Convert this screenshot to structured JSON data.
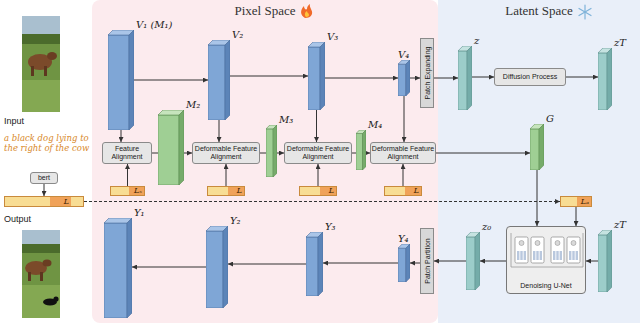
{
  "diagram": {
    "nodes": [
      {
        "text": [
          "bert"
        ]
      },
      {
        "text": [
          "L"
        ]
      },
      {
        "text": [
          "Pixel Space"
        ]
      },
      {
        "text": [
          "V₁ (M₁)"
        ],
        "in": 2
      },
      {
        "text": [
          "V₂"
        ],
        "in": 2
      },
      {
        "text": [
          "V₃"
        ],
        "in": 2
      },
      {
        "text": [
          "V₄"
        ],
        "in": 2
      },
      {
        "text": [
          "Patch Expanding"
        ],
        "in": 2
      },
      {
        "text": [
          "Feature Alignment"
        ],
        "in": 2
      },
      {
        "text": [
          "M₂"
        ],
        "in": 2
      },
      {
        "text": [
          "Deformable Feature Alignment"
        ],
        "in": 2
      },
      {
        "text": [
          "M₃"
        ],
        "in": 2
      },
      {
        "text": [
          "Deformable Feature Alignment"
        ],
        "in": 2
      },
      {
        "text": [
          "M₄"
        ],
        "in": 2
      },
      {
        "text": [
          "Deformable Feature Alignment"
        ],
        "in": 2
      },
      {
        "text": [
          "Lₛ"
        ],
        "in": 2
      },
      {
        "text": [
          "L"
        ],
        "in": 2
      },
      {
        "text": [
          "L"
        ],
        "in": 2
      },
      {
        "text": [
          "L"
        ],
        "in": 2
      },
      {
        "text": [
          "Y₁"
        ],
        "in": 2
      },
      {
        "text": [
          "Y₂"
        ],
        "in": 2
      },
      {
        "text": [
          "Y₃"
        ],
        "in": 2
      },
      {
        "text": [
          "Y₄"
        ],
        "in": 2
      },
      {
        "text": [
          "Patch Partition"
        ],
        "in": 2
      },
      {
        "text": [
          "Latent Space"
        ]
      },
      {
        "text": [
          "z"
        ],
        "in": 24
      },
      {
        "text": [
          "Diffusion Process"
        ],
        "in": 24
      },
      {
        "text": [
          "zT"
        ],
        "in": 24
      },
      {
        "text": [
          "G"
        ],
        "in": 24
      },
      {
        "text": [
          "Lₐ"
        ],
        "in": 24
      },
      {
        "text": [
          "z₀"
        ],
        "in": 24
      },
      {
        "text": [
          "Denoising U-Net"
        ],
        "in": 24
      },
      {
        "text": [
          "zT"
        ],
        "in": 24
      }
    ],
    "edges": [
      {
        "from": 3,
        "to": 4,
        "arrow": "to"
      },
      {
        "from": 4,
        "to": 5,
        "arrow": "to"
      },
      {
        "from": 5,
        "to": 6,
        "arrow": "to"
      },
      {
        "from": 6,
        "to": 7,
        "arrow": "to"
      },
      {
        "from": 7,
        "to": 25,
        "arrow": "to"
      },
      {
        "from": 25,
        "to": 26,
        "arrow": "to"
      },
      {
        "from": 26,
        "to": 27,
        "arrow": "to"
      },
      {
        "from": 3,
        "to": 8,
        "arrow": "to"
      },
      {
        "from": 4,
        "to": 10,
        "arrow": "to"
      },
      {
        "from": 5,
        "to": 12,
        "arrow": "to"
      },
      {
        "from": 6,
        "to": 14,
        "arrow": "to"
      },
      {
        "from": 8,
        "to": 10,
        "arrow": "to"
      },
      {
        "from": 10,
        "to": 12,
        "arrow": "to"
      },
      {
        "from": 12,
        "to": 14,
        "arrow": "to"
      },
      {
        "from": 14,
        "to": 28,
        "arrow": "to"
      },
      {
        "from": 15,
        "to": 8,
        "arrow": "to"
      },
      {
        "from": 16,
        "to": 10,
        "arrow": "to"
      },
      {
        "from": 17,
        "to": 12,
        "arrow": "to"
      },
      {
        "from": 18,
        "to": 14,
        "arrow": "to"
      },
      {
        "from": 0,
        "to": 1,
        "arrow": "to"
      },
      {
        "from": 1,
        "to": 29,
        "arrow": "to"
      },
      {
        "from": 28,
        "to": 31,
        "arrow": "to"
      },
      {
        "from": 29,
        "to": 31,
        "arrow": "to"
      },
      {
        "from": 32,
        "to": 31,
        "arrow": "to"
      },
      {
        "from": 31,
        "to": 30,
        "arrow": "to"
      },
      {
        "from": 30,
        "to": 23,
        "arrow": "to"
      },
      {
        "from": 23,
        "to": 22,
        "arrow": "to"
      },
      {
        "from": 22,
        "to": 21,
        "arrow": "to"
      },
      {
        "from": 21,
        "to": 20,
        "arrow": "to"
      },
      {
        "from": 20,
        "to": 19,
        "arrow": "to"
      }
    ],
    "labels": [
      "Input",
      "a black dog lying to the right of the cow",
      "Output"
    ]
  }
}
